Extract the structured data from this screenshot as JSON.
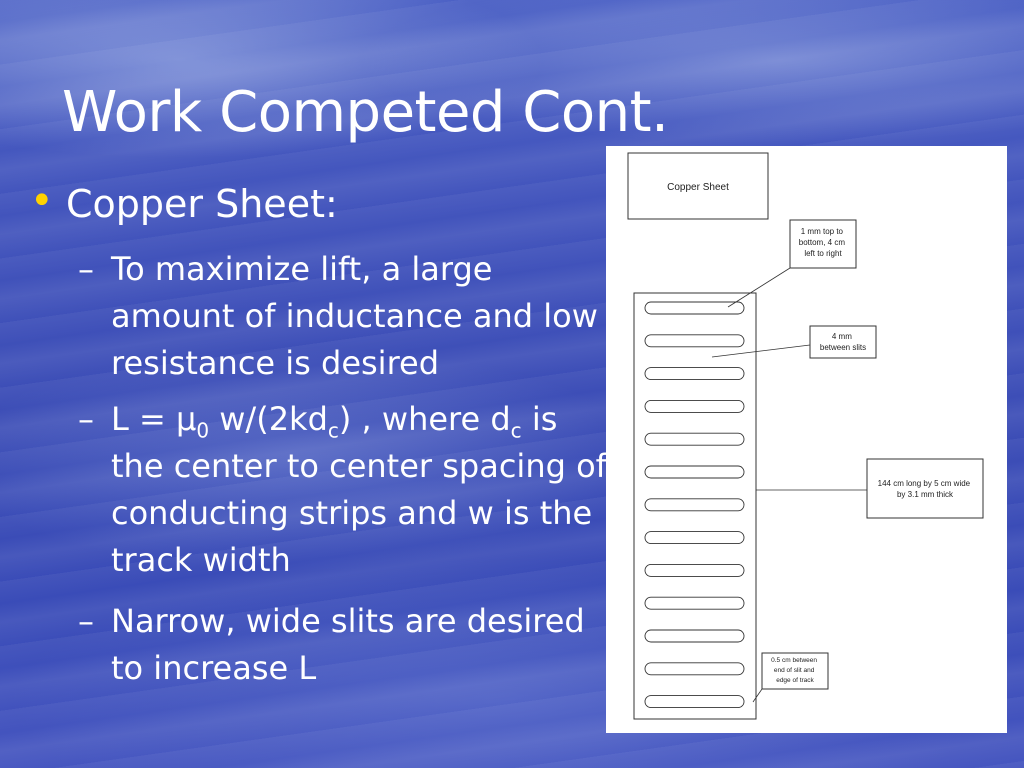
{
  "slide": {
    "title": "Work Competed Cont.",
    "bullet": "Copper Sheet:",
    "sub_items": [
      {
        "dash": "–",
        "text": "To maximize lift, a large amount of inductance and low resistance is desired"
      },
      {
        "dash": "–",
        "parts": [
          "L = µ",
          "0",
          " w/(2kd",
          "c",
          ") , where d",
          "c",
          " is the center to center spacing of conducting strips and w is the track width"
        ]
      },
      {
        "dash": "–",
        "text": "Narrow, wide slits are desired to increase L"
      }
    ],
    "colors": {
      "bullet": "#ffd200",
      "text": "#ffffff",
      "background": "#3c4db6"
    }
  },
  "figure": {
    "box_label": "Copper Sheet",
    "callouts": [
      {
        "lines": [
          "1 mm top to",
          "bottom, 4 cm",
          "left to right"
        ]
      },
      {
        "lines": [
          "4 mm",
          "between slits"
        ]
      },
      {
        "lines": [
          "144 cm long by 5 cm wide",
          "by 3.1 mm thick"
        ]
      },
      {
        "lines": [
          "0.5 cm between",
          "end of slit and",
          "edge of track"
        ]
      }
    ]
  }
}
